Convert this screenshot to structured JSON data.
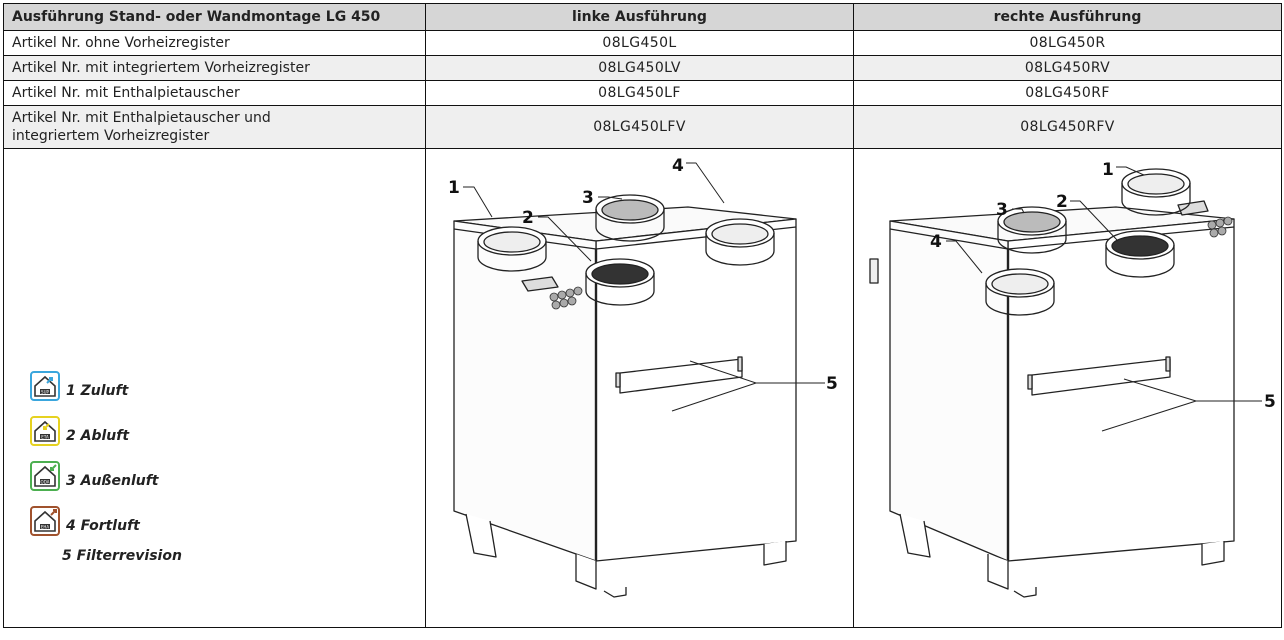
{
  "header": {
    "title": "Ausführung Stand- oder Wandmontage LG 450",
    "left_col": "linke Ausführung",
    "right_col": "rechte Ausführung"
  },
  "rows": [
    {
      "label": "Artikel Nr. ohne Vorheizregister",
      "left": "08LG450L",
      "right": "08LG450R"
    },
    {
      "label": "Artikel Nr. mit integriertem Vorheizregister",
      "left": "08LG450LV",
      "right": "08LG450RV"
    },
    {
      "label": "Artikel Nr. mit Enthalpietauscher",
      "left": "08LG450LF",
      "right": "08LG450RF"
    },
    {
      "label_line1": "Artikel Nr. mit Enthalpietauscher und",
      "label_line2": "integriertem Vorheizregister",
      "left": "08LG450LFV",
      "right": "08LG450RFV"
    }
  ],
  "legend": [
    {
      "text": "1 Zuluft",
      "icon": "supply-air-house-icon",
      "icon_label": "SUP",
      "color": "#3aa6dd"
    },
    {
      "text": "2 Abluft",
      "icon": "extract-air-house-icon",
      "icon_label": "ETA",
      "color": "#e6d220"
    },
    {
      "text": "3 Außenluft",
      "icon": "outdoor-air-house-icon",
      "icon_label": "ODA",
      "color": "#4caf50"
    },
    {
      "text": "4 Fortluft",
      "icon": "exhaust-air-house-icon",
      "icon_label": "EHA",
      "color": "#a0522d"
    }
  ],
  "legend_plain": "5 Filterrevision",
  "callouts_left": [
    "1",
    "2",
    "3",
    "4",
    "5"
  ],
  "callouts_right": [
    "1",
    "2",
    "3",
    "4",
    "5"
  ]
}
